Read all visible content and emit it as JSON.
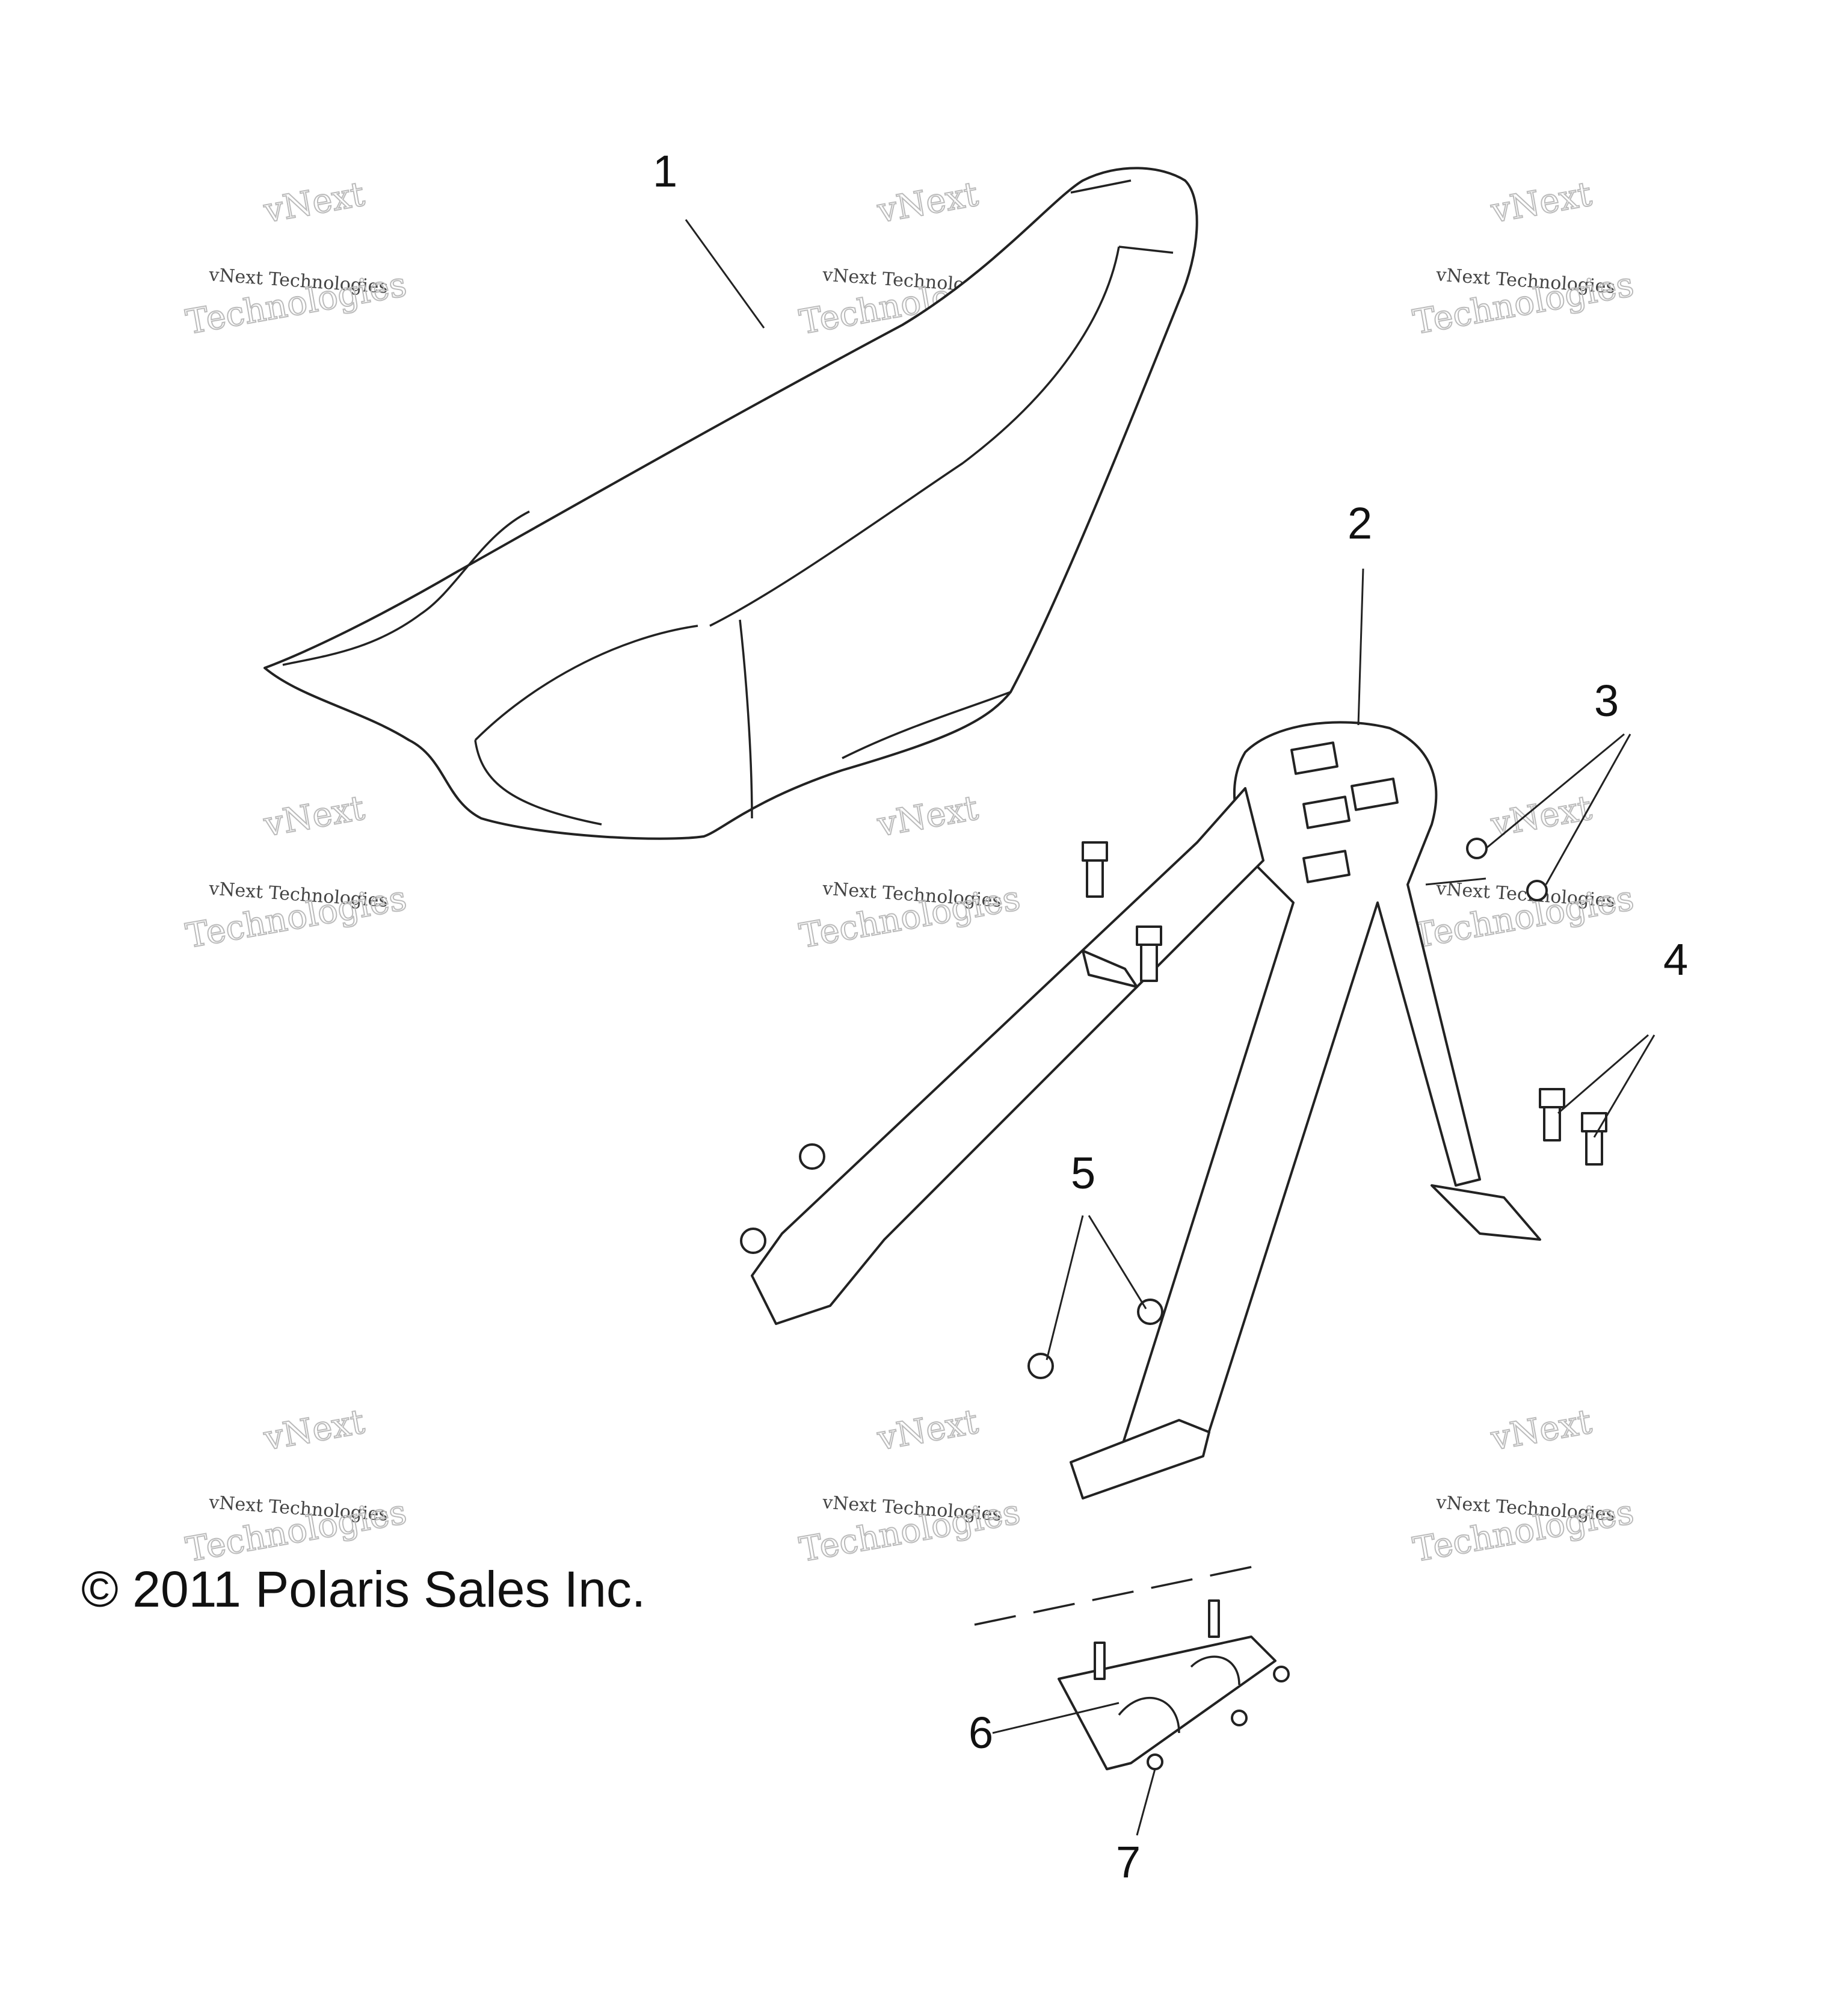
{
  "copyright": "© 2011 Polaris Sales Inc.",
  "watermark": {
    "line1": "vNext",
    "line2": "vNext Technologies",
    "line3": "Technologies"
  },
  "callouts": [
    "1",
    "2",
    "3",
    "4",
    "5",
    "6",
    "7"
  ],
  "colors": {
    "ink": "#222222",
    "background": "#ffffff",
    "watermark": "#bbbbbb"
  }
}
